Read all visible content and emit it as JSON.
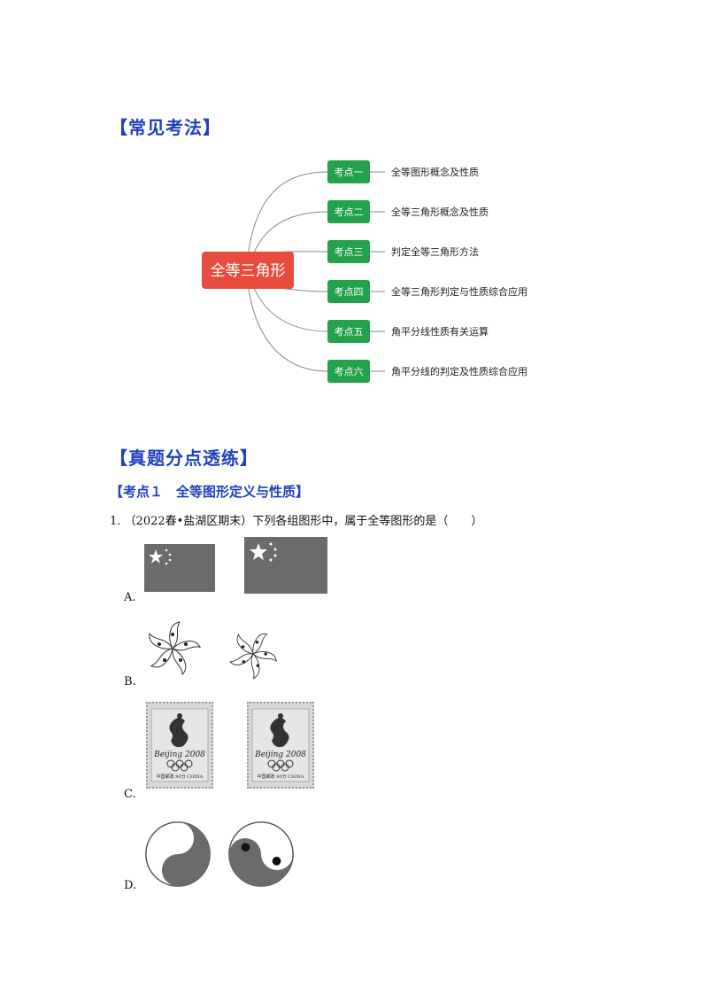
{
  "sections": {
    "common_methods": "【常见考法】",
    "practice": "【真题分点透练】",
    "point1": "【考点１　全等图形定义与性质】"
  },
  "mindmap": {
    "center": "全等三角形",
    "branches": [
      {
        "tag": "考点一",
        "text": "全等图形概念及性质"
      },
      {
        "tag": "考点二",
        "text": "全等三角形概念及性质"
      },
      {
        "tag": "考点三",
        "text": "判定全等三角形方法"
      },
      {
        "tag": "考点四",
        "text": "全等三角形判定与性质综合应用"
      },
      {
        "tag": "考点五",
        "text": "角平分线性质有关运算"
      },
      {
        "tag": "考点六",
        "text": "角平分线的判定及性质综合应用"
      }
    ],
    "colors": {
      "center": "#e84c3d",
      "tag": "#22a24a",
      "line": "#888888"
    }
  },
  "question": {
    "number": "1.",
    "source": "（2022春•盐湖区期末）",
    "text": "下列各组图形中，属于全等图形的是（　　）",
    "options": [
      "A.",
      "B.",
      "C.",
      "D."
    ]
  },
  "stamp": {
    "text": "Beijing 2008",
    "bottom": "中国邮政 80分 CHINA"
  }
}
